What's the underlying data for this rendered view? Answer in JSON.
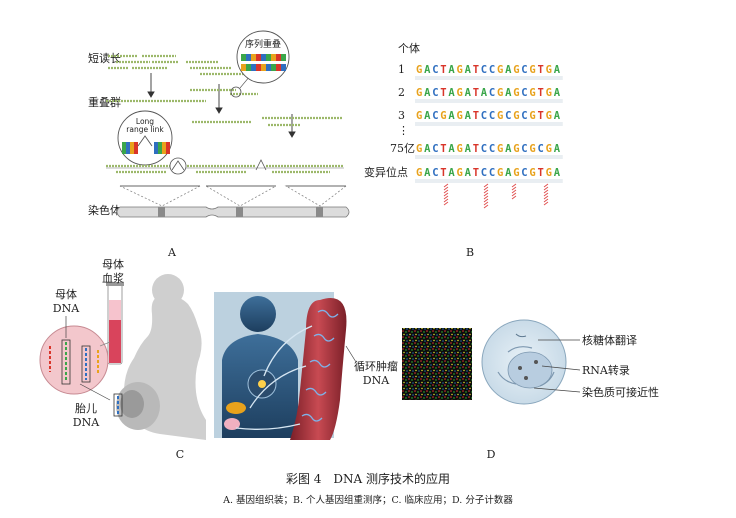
{
  "panel_a": {
    "label": "A",
    "row_short_reads": "短读长",
    "row_overlap_group": "重叠群",
    "row_chromosome": "染色体",
    "bubble_sequence_overlap": "序列重叠",
    "bubble_long_range_link_1": "Long",
    "bubble_long_range_link_2": "range link"
  },
  "panel_b": {
    "label": "B",
    "header": "个体",
    "rows": [
      {
        "index": "1",
        "sequence": "GACTAGATCCGAGCGTGA"
      },
      {
        "index": "2",
        "sequence": "GACTAGATACGAGCGTGA"
      },
      {
        "index": "3",
        "sequence": "GACGAGATCCGCGCGTGA"
      },
      {
        "index": "⋮",
        "sequence": ""
      },
      {
        "index": "75亿",
        "sequence": "GACTAGATCCGAGCGCGA"
      }
    ],
    "variant_label": "变异位点",
    "variant_sequence": "GACTAGATCCGAGCGTGA",
    "base_colors": {
      "A": "#3aa64a",
      "C": "#2f6fc0",
      "G": "#e8a21c",
      "T": "#d9352a"
    }
  },
  "panel_c": {
    "label": "C",
    "maternal_plasma_1": "母体",
    "maternal_plasma_2": "血浆",
    "maternal_dna_1": "母体",
    "maternal_dna_2": "DNA",
    "fetal_dna_1": "胎儿",
    "fetal_dna_2": "DNA",
    "circulating_tumor_1": "循环肿瘤",
    "circulating_tumor_2": "DNA"
  },
  "panel_d": {
    "label": "D",
    "annotation_ribosome": "核糖体翻译",
    "annotation_rna": "RNA转录",
    "annotation_chromatin": "染色质可接近性"
  },
  "caption": "彩图 4　DNA 测序技术的应用",
  "subcaption": "A. 基因组织装；B. 个人基因组重测序；C. 临床应用；D. 分子计数器"
}
